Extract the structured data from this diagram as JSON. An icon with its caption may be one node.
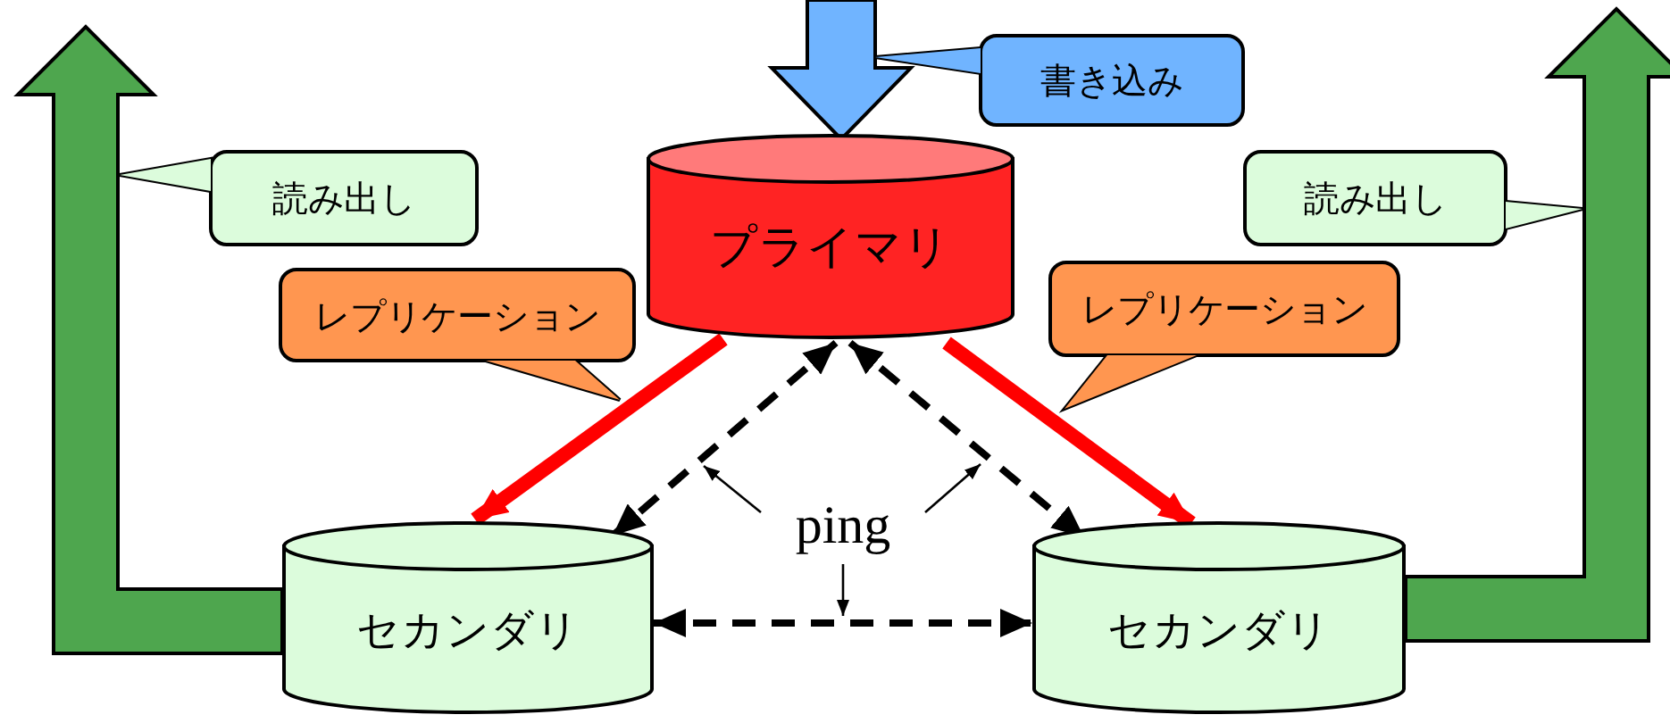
{
  "diagram": {
    "nodes": [
      {
        "text": [
          "プライマリ"
        ]
      },
      {
        "text": [
          "セカンダリ"
        ]
      },
      {
        "text": [
          "セカンダリ"
        ]
      },
      {
        "text": [
          "書き込み"
        ]
      },
      {
        "text": [
          "読み出し"
        ]
      },
      {
        "text": [
          "レプリケーション"
        ]
      },
      {
        "text": [
          "レプリケーション"
        ]
      },
      {
        "text": [
          "読み出し"
        ]
      },
      {
        "text": [
          "ping"
        ]
      }
    ],
    "edges": [
      {
        "from": null,
        "to": 0,
        "arrow": "to",
        "style": "thick",
        "color": "#70b4ff"
      },
      {
        "from": 1,
        "to": null,
        "arrow": "to",
        "style": "thick",
        "color": "#4ea64e"
      },
      {
        "from": 2,
        "to": null,
        "arrow": "to",
        "style": "thick",
        "color": "#4ea64e"
      },
      {
        "from": 0,
        "to": 1,
        "arrow": "to",
        "style": "thick",
        "color": "#ff0000"
      },
      {
        "from": 0,
        "to": 2,
        "arrow": "to",
        "style": "thick",
        "color": "#ff0000"
      },
      {
        "from": 0,
        "to": 1,
        "arrow": "both",
        "style": "dashed"
      },
      {
        "from": 0,
        "to": 2,
        "arrow": "both",
        "style": "dashed"
      },
      {
        "from": 1,
        "to": 2,
        "arrow": "both",
        "style": "dashed"
      },
      {
        "from": 8,
        "to": null,
        "arrow": "to"
      },
      {
        "from": 8,
        "to": null,
        "arrow": "to"
      },
      {
        "from": 8,
        "to": null,
        "arrow": "to"
      }
    ]
  }
}
